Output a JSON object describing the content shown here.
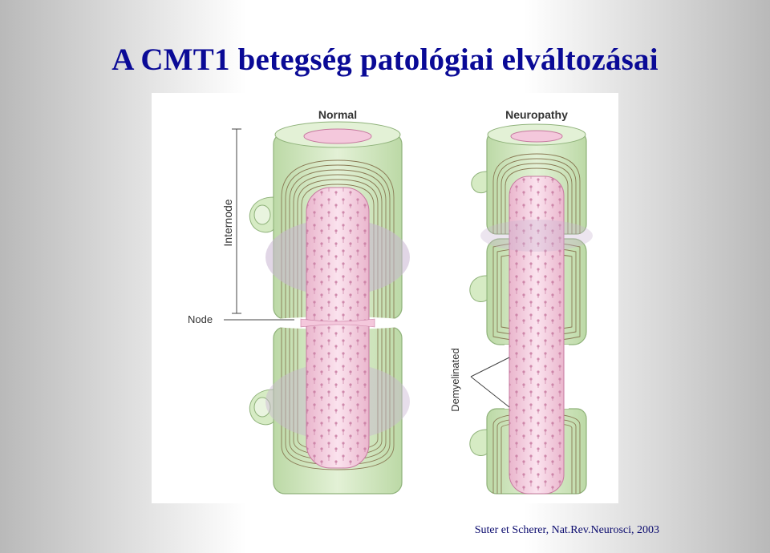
{
  "slide": {
    "title": "A CMT1 betegség patológiai elváltozásai",
    "citation": "Suter et Scherer, Nat.Rev.Neurosci, 2003"
  },
  "figure": {
    "normal_label": "Normal",
    "neuropathy_label": "Neuropathy",
    "internode_label": "Internode",
    "node_label": "Node",
    "demyelinated_label": "Demyelinated"
  },
  "colors": {
    "title": "#0a0a96",
    "schwann": "#d6ebc4",
    "schwann_stroke": "#8fb27a",
    "myelin": "#f4efd8",
    "axon": "#f4c8dc",
    "axon_dots": "#c77aa0",
    "node_region": "#c9b5d2"
  }
}
